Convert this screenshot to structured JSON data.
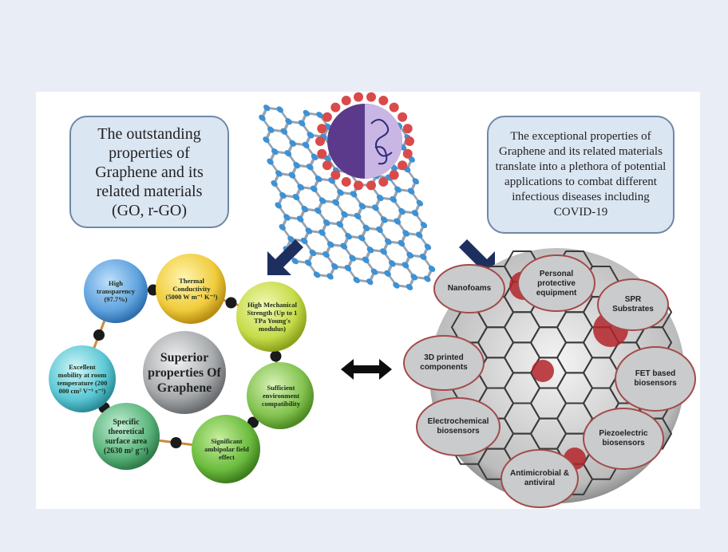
{
  "figure": {
    "left_callout": "The outstanding properties of Graphene and its related materials (GO, r-GO)",
    "right_callout": "The exceptional properties of Graphene and its related materials translate into a plethora of potential applications to combat different infectious diseases including COVID-19",
    "center_hub": "Superior properties Of Graphene",
    "properties": [
      {
        "label": "High transparency (97.7%)",
        "color": "#5fa3de"
      },
      {
        "label": "Thermal Conductivity (5000 W m⁻¹ K⁻¹)",
        "color": "#f0cc3c"
      },
      {
        "label": "High Mechanical Strength (Up to 1 TPa Young's modulus)",
        "color": "#c6dc4a"
      },
      {
        "label": "Sufficient environment compatibility",
        "color": "#82c24e"
      },
      {
        "label": "Significant ambipolar field effect",
        "color": "#6cbc3f"
      },
      {
        "label": "Specific theoretical surface area (2630 m² g⁻¹)",
        "color": "#5cb57c"
      },
      {
        "label": "Excellent mobility at room temperature (200 000 cm² V⁻¹ s⁻¹)",
        "color": "#5cc8d4"
      }
    ],
    "applications": [
      "Nanofoams",
      "Personal protective equipment",
      "SPR Substrates",
      "3D printed components",
      "FET based biosensors",
      "Electrochemical biosensors",
      "Piezoelectric biosensors",
      "Antimicrobial & antiviral"
    ],
    "colors": {
      "page_background": "#e9edf5",
      "callout_fill": "#dbe6f3",
      "callout_border": "#6f88a6",
      "arrow": "#1d2f5e",
      "application_fill": "#c9cbcc",
      "application_border": "#a44a4a",
      "hub_fill": "#a7aaac",
      "virus_body": "#5b3a8c",
      "virus_spike": "#d94b4b",
      "graphene_atom": "#3d92d6"
    }
  }
}
